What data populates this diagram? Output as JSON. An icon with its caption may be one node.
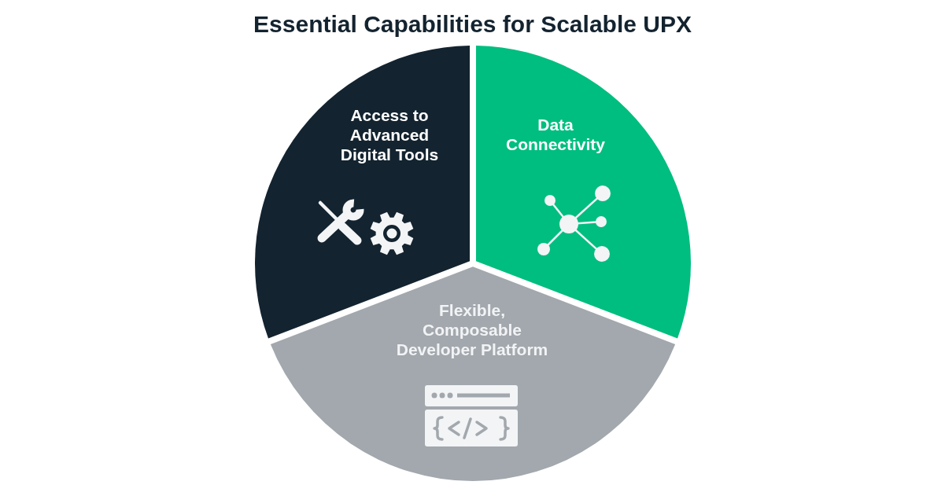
{
  "diagram": {
    "title": "Essential Capabilities for Scalable UPX",
    "nodes": [
      {
        "text": [
          "Access to Advanced Digital Tools"
        ]
      },
      {
        "text": [
          "Data Connectivity"
        ]
      },
      {
        "text": [
          "Flexible, Composable Developer Platform"
        ]
      }
    ]
  }
}
